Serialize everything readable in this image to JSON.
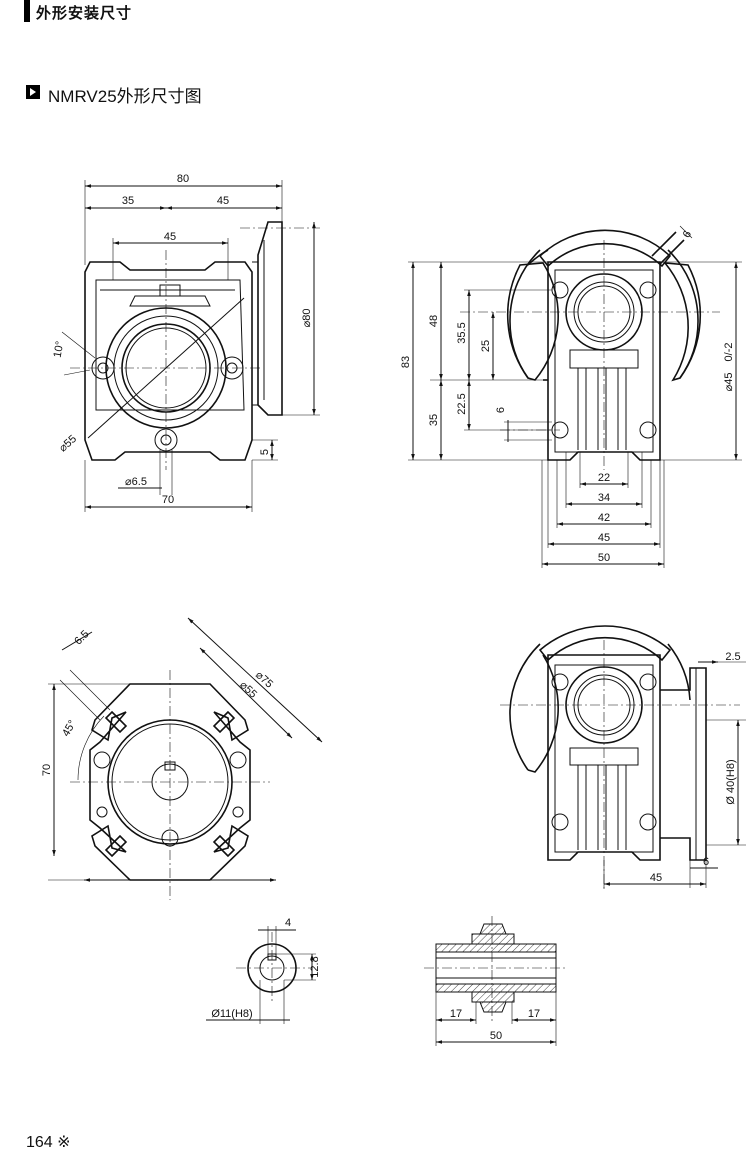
{
  "header": {
    "title": "外形安装尺寸"
  },
  "subtitle": "NMRV25外形尺寸图",
  "footer": {
    "page": "164 ※"
  },
  "views": {
    "front": {
      "dims": {
        "overall_width": "80",
        "left_half": "35",
        "right_half": "45",
        "top_inner": "45",
        "flange_dia": "⌀80",
        "angle": "10°",
        "pcd": "⌀55",
        "hole": "⌀6.5",
        "base_width": "70",
        "base_thick": "5"
      }
    },
    "side": {
      "dims": {
        "overall_height": "83",
        "upper": "48",
        "lower": "35",
        "axis_upper": "35.5",
        "axis_gap": "25",
        "axis_lower": "22.5",
        "key_offset": "6",
        "flange_spigot": "⌀45",
        "spigot_tol": "0/-2",
        "w22": "22",
        "w34": "34",
        "w42": "42",
        "w45": "45",
        "w50": "50",
        "ear_thick": "6"
      }
    },
    "flange_face": {
      "dims": {
        "slot_width": "6.5",
        "angle": "45°",
        "outer_dia": "⌀75",
        "pcd": "⌀55",
        "height": "70"
      }
    },
    "side_flange": {
      "dims": {
        "flange_thick": "2.5",
        "spigot": "Ø 40(H8)",
        "offset": "6",
        "length": "45"
      }
    },
    "bore_detail": {
      "dims": {
        "key_width": "4",
        "key_depth": "12.8",
        "bore": "Ø11(H8)"
      }
    },
    "shaft_detail": {
      "dims": {
        "left": "17",
        "right": "17",
        "total": "50"
      }
    }
  }
}
